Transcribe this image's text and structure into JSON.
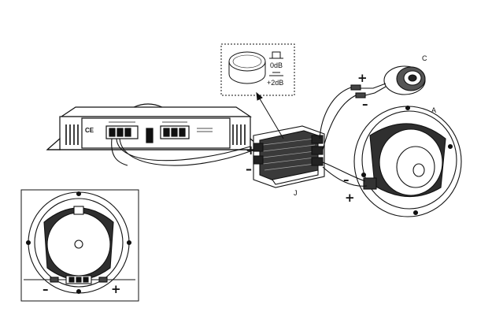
{
  "labels": {
    "tweeter": "C",
    "woofer": "A",
    "crossover": "J",
    "ce_mark": "CE"
  },
  "tweeter_level_box": {
    "option_0": "0dB",
    "option_2": "+2dB"
  },
  "polarity": {
    "plus": "+",
    "minus": "–"
  },
  "icons": [
    "amplifier-icon",
    "crossover-icon",
    "tweeter-icon",
    "woofer-icon",
    "jumper-icon"
  ]
}
